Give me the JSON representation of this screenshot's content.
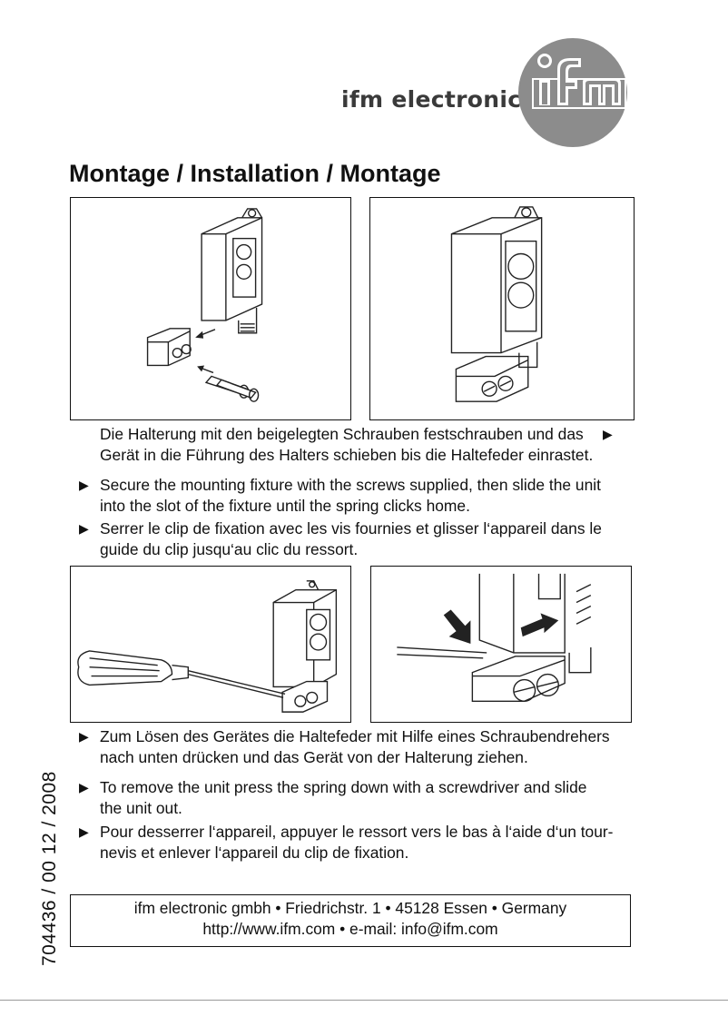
{
  "header": {
    "brand": "ifm electronic",
    "logo_text": "ifm"
  },
  "title": "Montage / Installation / Montage",
  "section1": {
    "de": [
      "Die Halterung mit den beigelegten Schrauben festschrauben und das",
      "Gerät in die Führung des Halters schieben bis die Haltefeder einrastet."
    ],
    "de_arrow": "▶",
    "en": [
      "Secure the mounting fixture with the screws supplied, then slide the unit",
      "into the slot of the fixture until the spring clicks home."
    ],
    "fr": [
      "Serrer le clip de fixation avec les vis fournies et glisser l‘appareil dans le",
      "guide du clip jusqu‘au clic du ressort."
    ]
  },
  "section2": {
    "de": [
      "Zum Lösen des Gerätes die Haltefeder mit Hilfe eines Schraubendrehers",
      "nach unten drücken und das Gerät von der Halterung ziehen."
    ],
    "en": [
      "To remove the unit press the spring down with a screwdriver and slide",
      "the unit out."
    ],
    "fr": [
      "Pour desserrer l‘appareil, appuyer le ressort vers le bas à l‘aide d‘un tour-",
      "nevis et enlever l‘appareil du clip de fixation."
    ]
  },
  "bullet_symbol": "▶",
  "doc_code": "704436 / 00  12 / 2008",
  "footer": {
    "line1": "ifm electronic gmbh • Friedrichstr. 1 • 45128 Essen • Germany",
    "line2": "http://www.ifm.com  •  e-mail: info@ifm.com"
  },
  "colors": {
    "logo_gray": "#8c8c8c",
    "text": "#111111",
    "brand_text": "#3a3a3a"
  }
}
